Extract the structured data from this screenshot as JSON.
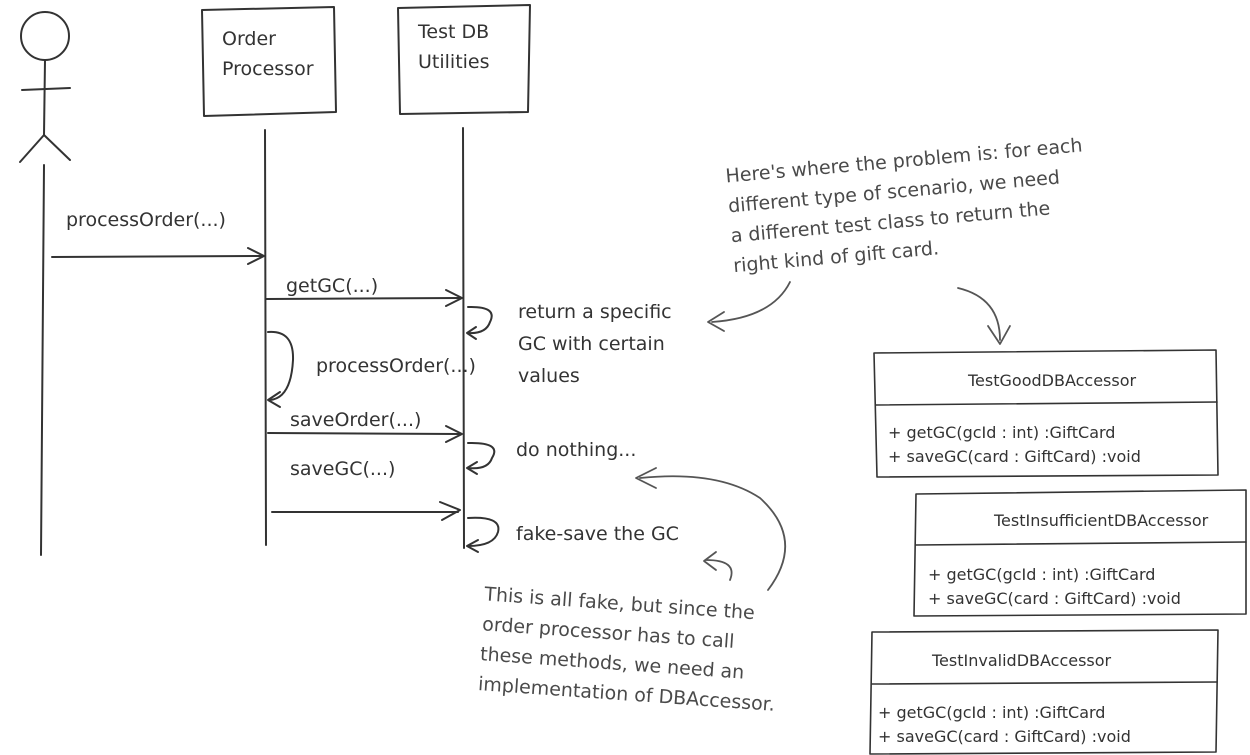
{
  "lifelines": {
    "order_processor": [
      "Order",
      "Processor"
    ],
    "test_db_utilities": [
      "Test DB",
      "Utilities"
    ]
  },
  "messages": {
    "process_order_1": "processOrder(...)",
    "get_gc": "getGC(...)",
    "process_order_2": "processOrder(...)",
    "save_order": "saveOrder(...)",
    "save_gc": "saveGC(...)"
  },
  "self_notes": {
    "return_gc": [
      "return a specific",
      "GC with certain",
      "values"
    ],
    "do_nothing": "do nothing...",
    "fake_save": "fake-save the GC"
  },
  "annotations": {
    "problem": [
      "Here's where the problem is: for each",
      "different type of scenario, we need",
      "a different test class to return the",
      "right kind of gift card."
    ],
    "fake": [
      "This is all fake, but since the",
      "order processor has to call",
      "these methods, we need an",
      "implementation of DBAccessor."
    ]
  },
  "classes": [
    {
      "name": "TestGoodDBAccessor",
      "ops": [
        "+ getGC(gcId : int) :GiftCard",
        "+ saveGC(card : GiftCard) :void"
      ]
    },
    {
      "name": "TestInsufficientDBAccessor",
      "ops": [
        "+ getGC(gcId : int) :GiftCard",
        "+ saveGC(card : GiftCard) :void"
      ]
    },
    {
      "name": "TestInvalidDBAccessor",
      "ops": [
        "+ getGC(gcId : int) :GiftCard",
        "+ saveGC(card : GiftCard) :void"
      ]
    }
  ],
  "colors": {
    "ink": "#333333",
    "note_ink": "#4a4a4a",
    "background": "#ffffff"
  }
}
